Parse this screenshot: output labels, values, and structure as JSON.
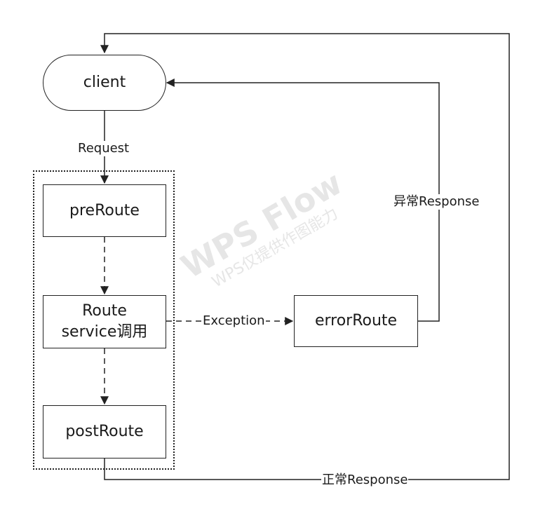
{
  "nodes": {
    "client": "client",
    "pre_route": "preRoute",
    "route_service": "Route\nservice调用",
    "post_route": "postRoute",
    "error_route": "errorRoute"
  },
  "edges": {
    "request": "Request",
    "exception": "Exception",
    "error_response": "异常Response",
    "normal_response": "正常Response"
  },
  "watermark": {
    "title": "WPS Flow",
    "subtitle": "WPS仅提供作图能力"
  },
  "colors": {
    "stroke": "#222222",
    "background": "#ffffff",
    "watermark": "#e6e6e6"
  }
}
